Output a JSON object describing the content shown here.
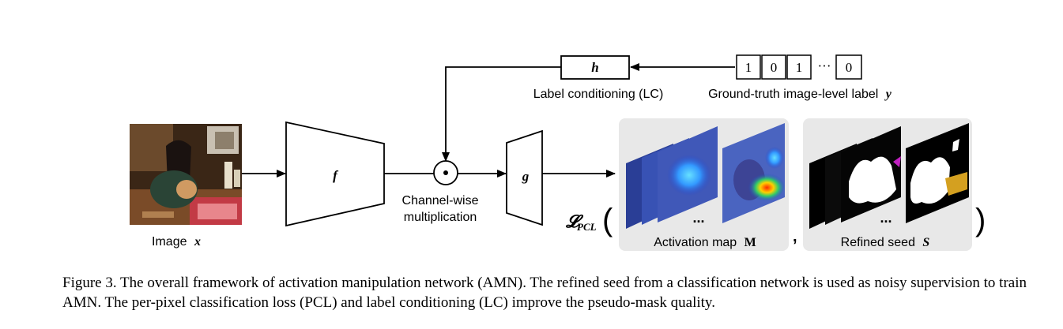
{
  "diagram": {
    "label_vector": [
      "1",
      "0",
      "1",
      "0"
    ],
    "ellipsis": "···",
    "h_label": "h",
    "lc_caption": "Label conditioning (LC)",
    "gt_caption": "Ground-truth image-level label",
    "gt_symbol": "y",
    "image_caption": "Image",
    "image_symbol": "x",
    "f_label": "f",
    "g_label": "g",
    "odot_symbol": "⊙",
    "channel_caption_line1": "Channel-wise",
    "channel_caption_line2": "multiplication",
    "loss_symbol": "𝓛",
    "loss_subscript": "PCL",
    "open_paren": "(",
    "close_paren": ")",
    "comma": ",",
    "activation_caption": "Activation map",
    "activation_symbol": "M",
    "refined_caption": "Refined seed",
    "refined_symbol": "S",
    "stack_dots": "..."
  },
  "caption": {
    "text": "Figure 3.  The overall framework of activation manipulation network (AMN). The refined seed from a classification network is used as noisy supervision to train AMN. The per-pixel classification loss (PCL) and label conditioning (LC) improve the pseudo-mask quality."
  }
}
